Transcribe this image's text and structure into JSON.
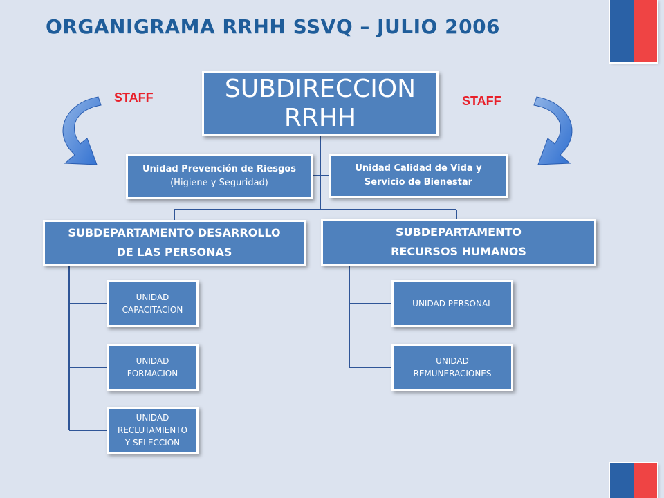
{
  "title": "ORGANIGRAMA RRHH SSVQ – JULIO 2006",
  "staff_left": "STAFF",
  "staff_right": "STAFF",
  "colors": {
    "box": "#4f81bd",
    "title": "#1f5d9a",
    "staff": "#e8202a",
    "flag_blue": "#2a61a6",
    "flag_red": "#ef4444"
  },
  "main": {
    "line1": "SUBDIRECCION",
    "line2": "RRHH"
  },
  "staff_units": [
    {
      "line1": "Unidad Prevención de Riesgos",
      "line2": "(Higiene y Seguridad)"
    },
    {
      "line1": "Unidad Calidad de Vida y",
      "line2": "Servicio de Bienestar"
    }
  ],
  "departments": [
    {
      "line1": "SUBDEPARTAMENTO DESARROLLO",
      "line2": "DE LAS PERSONAS",
      "units": [
        {
          "lines": [
            "UNIDAD",
            "CAPACITACION"
          ]
        },
        {
          "lines": [
            "UNIDAD",
            "FORMACION"
          ]
        },
        {
          "lines": [
            "UNIDAD",
            "RECLUTAMIENTO",
            "Y SELECCION"
          ]
        }
      ]
    },
    {
      "line1": "SUBDEPARTAMENTO",
      "line2": "RECURSOS HUMANOS",
      "units": [
        {
          "lines": [
            "UNIDAD PERSONAL"
          ]
        },
        {
          "lines": [
            "UNIDAD",
            "REMUNERACIONES"
          ]
        }
      ]
    }
  ]
}
